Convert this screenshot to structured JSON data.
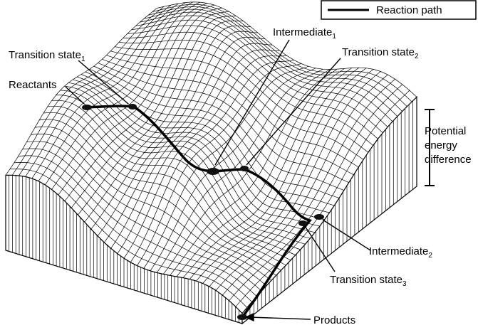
{
  "legend": {
    "label": "Reaction path"
  },
  "labels": {
    "transition_state_1": {
      "text": "Transition state",
      "sub": "1"
    },
    "reactants": {
      "text": "Reactants"
    },
    "intermediate_1": {
      "text": "Intermediate",
      "sub": "1"
    },
    "transition_state_2": {
      "text": "Transition state",
      "sub": "2"
    },
    "potential_energy_difference": [
      "Potential",
      "energy",
      "difference"
    ],
    "intermediate_2": {
      "text": "Intermediate",
      "sub": "2"
    },
    "transition_state_3": {
      "text": "Transition state",
      "sub": "3"
    },
    "products": {
      "text": "Products"
    }
  },
  "colors": {
    "ink": "#000000",
    "background": "#ffffff",
    "surface": "#ffffff"
  }
}
